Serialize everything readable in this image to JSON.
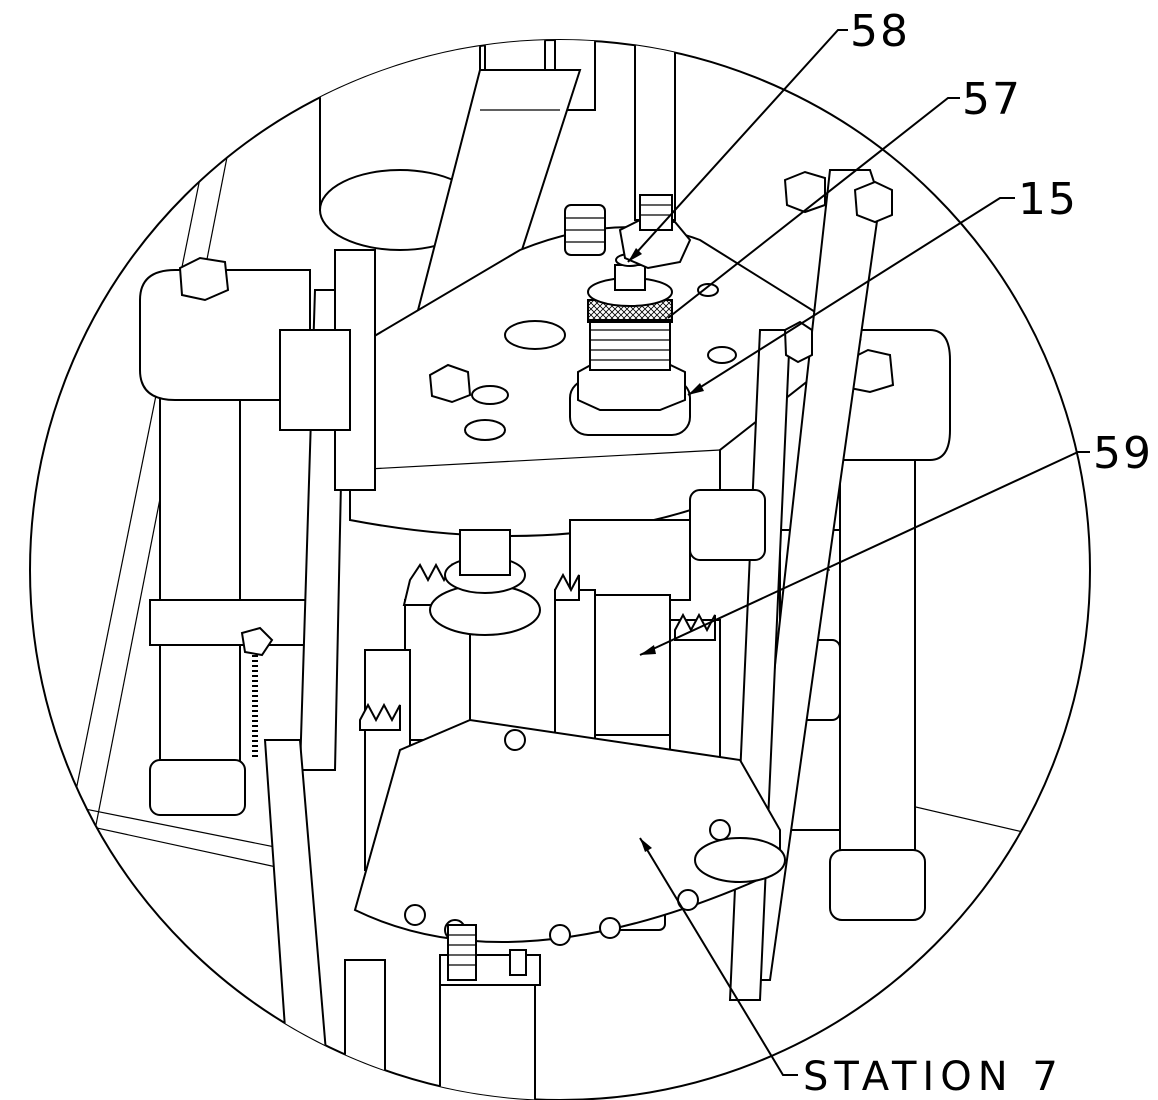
{
  "figure": {
    "callouts": [
      {
        "id": "58",
        "text": "58"
      },
      {
        "id": "57",
        "text": "57"
      },
      {
        "id": "15",
        "text": "15"
      },
      {
        "id": "59",
        "text": "59"
      },
      {
        "id": "station7",
        "text": "STATION 7"
      }
    ]
  }
}
